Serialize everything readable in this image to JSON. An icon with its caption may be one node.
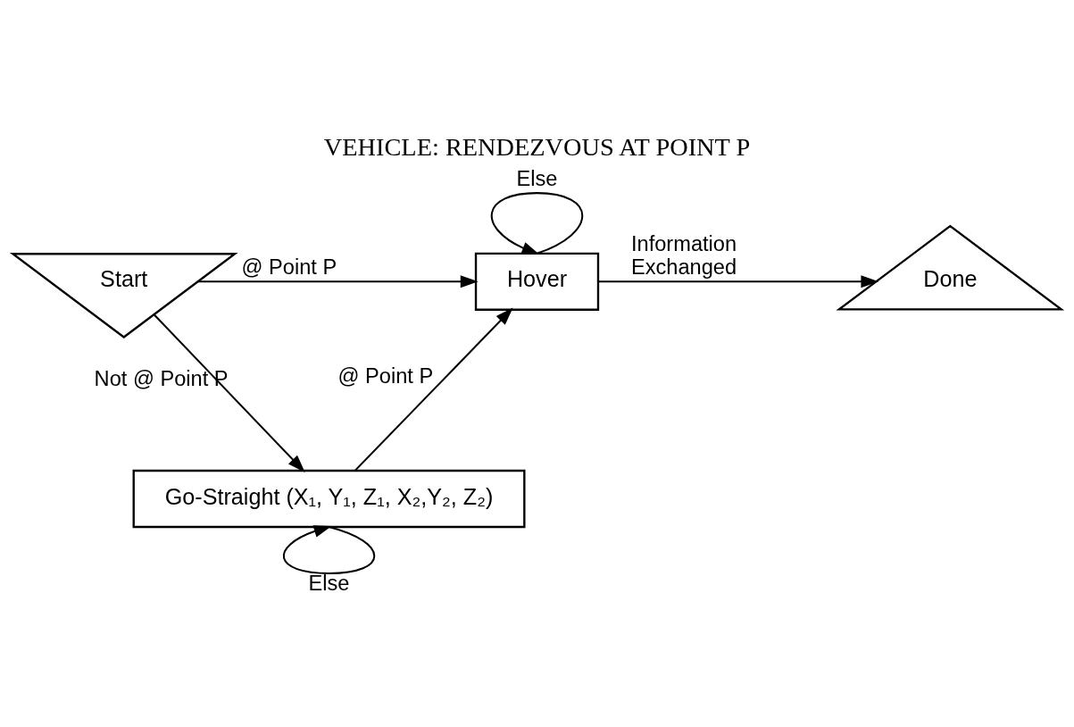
{
  "diagram": {
    "title": "VEHICLE: RENDEZVOUS AT POINT P",
    "nodes": [
      {
        "text": [
          "Start"
        ]
      },
      {
        "text": [
          "Hover"
        ]
      },
      {
        "text": [
          "Done"
        ]
      },
      {
        "text": [
          "Go-Straight (X₁, Y₁, Z₁, X₂,Y₂, Z₂)"
        ]
      }
    ],
    "edges": [
      {
        "from": 0,
        "to": 1,
        "arrow": "to",
        "label": "@ Point P"
      },
      {
        "from": 1,
        "to": 1,
        "arrow": "to",
        "label": "Else"
      },
      {
        "from": 1,
        "to": 2,
        "arrow": "to",
        "label": "Information Exchanged"
      },
      {
        "from": 0,
        "to": 3,
        "arrow": "to",
        "label": "Not @ Point P"
      },
      {
        "from": 3,
        "to": 1,
        "arrow": "to",
        "label": "@ Point P"
      },
      {
        "from": 3,
        "to": 3,
        "arrow": "to",
        "label": "Else"
      }
    ]
  }
}
